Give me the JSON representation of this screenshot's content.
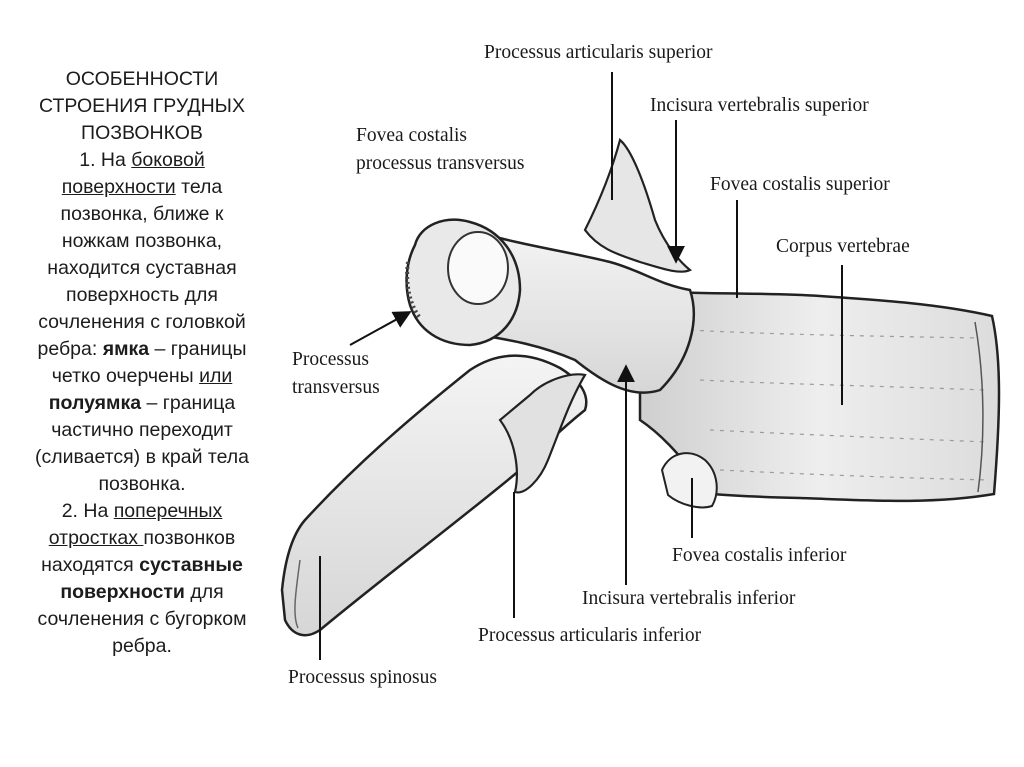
{
  "heading": {
    "line1": "ОСОБЕННОСТИ",
    "line2": "СТРОЕНИЯ ГРУДНЫХ",
    "line3": "ПОЗВОНКОВ"
  },
  "body": {
    "p1_l1_a": "1. На ",
    "p1_l1_b": "боковой",
    "p1_l2_a": "поверхности",
    "p1_l2_b": " тела",
    "p1_l3": "позвонка, ближе к",
    "p1_l4": "ножкам позвонка,",
    "p1_l5": "находится суставная",
    "p1_l6": "поверхность для",
    "p1_l7": "сочленения с головкой",
    "p1_l8_a": "ребра: ",
    "p1_l8_b": "ямка",
    "p1_l8_c": " – границы",
    "p1_l9_a": "четко очерчены ",
    "p1_l9_b": "или",
    "p1_l10_a": "полуямка",
    "p1_l10_b": " – граница",
    "p1_l11": "частично переходит",
    "p1_l12": "(сливается) в край тела",
    "p1_l13": "позвонка.",
    "p2_l1_a": "2. На ",
    "p2_l1_b": "поперечных",
    "p2_l2_a": "отростках ",
    "p2_l2_b": "позвонков",
    "p2_l3_a": "находятся ",
    "p2_l3_b": "суставные",
    "p2_l4_a": "поверхности",
    "p2_l4_b": " для",
    "p2_l5": "сочленения с бугорком",
    "p2_l6": "ребра."
  },
  "labels": {
    "art_sup": "Processus articularis superior",
    "inc_sup": "Incisura vertebralis superior",
    "fov_tr_1": "Fovea costalis",
    "fov_tr_2": "processus transversus",
    "fov_sup": "Fovea  costalis superior",
    "corpus": "Corpus vertebrae",
    "proc_tr_1": "Processus",
    "proc_tr_2": "transversus",
    "fov_inf": "Fovea costalis inferior",
    "inc_inf": "Incisura vertebralis inferior",
    "art_inf": "Processus articularis inferior",
    "spinosus": "Processus spinosus"
  }
}
